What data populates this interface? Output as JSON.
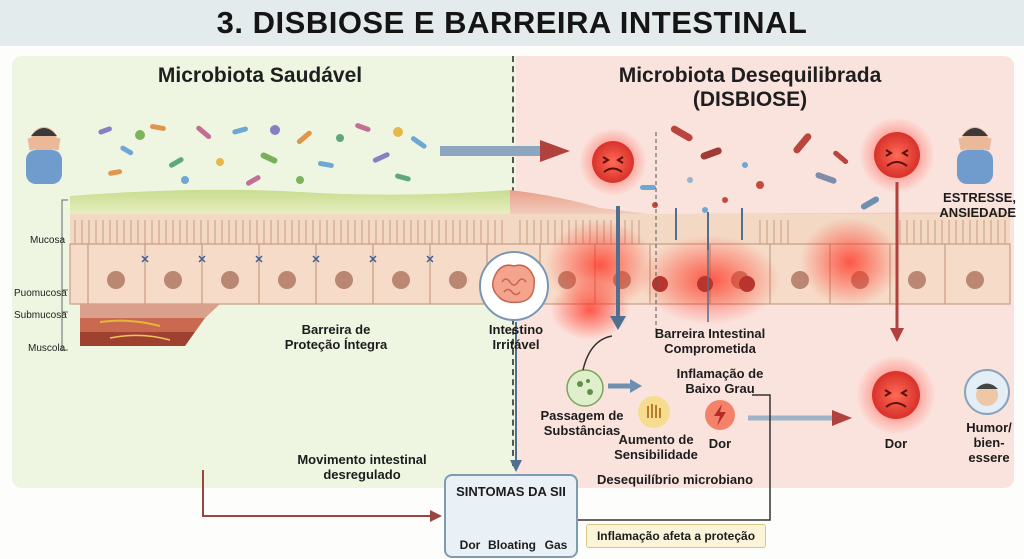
{
  "title": "3. DISBIOSE E BARREIRA INTESTINAL",
  "left": {
    "heading": "Microbiota Saudável",
    "layers": [
      "Mucosa",
      "Puomucosa",
      "Submucosa",
      "Muscola"
    ],
    "barrier_label": "Barreira de\nProteção Íntegra",
    "movement_label": "Movimento intestinal\ndesregulado"
  },
  "center": {
    "ibs_label": "Intestino\nIrritável"
  },
  "right": {
    "heading_line1": "Microbiota Desequilibrada",
    "heading_line2": "(DISBIOSE)",
    "stress_label": "ESTRESSE,\nANSIEDADE",
    "compromised_label": "Barreira Intestinal\nComprometida",
    "inflammation_label": "Inflamação de\nBaixo Grau",
    "passage_label": "Passagem de\nSubstâncias",
    "sensitivity_label": "Aumento de\nSensibilidade",
    "pain_small_label": "Dor",
    "imbalance_label": "Desequilíbrio microbiano",
    "pain_big_label": "Dor",
    "mood_label": "Humor/\nbien-\nessere"
  },
  "symptoms": {
    "title": "SINTOMAS DA SII",
    "items": [
      "Dor",
      "Bloating",
      "Gas"
    ]
  },
  "footer_note": "Inflamação afeta a proteção",
  "colors": {
    "healthy_bg": "#eef6e2",
    "dysbiosis_bg": "#fbe3dd",
    "alert_red": "#e5483f",
    "arrow_red": "#b0413c",
    "arrow_blue": "#4f6f8f"
  }
}
